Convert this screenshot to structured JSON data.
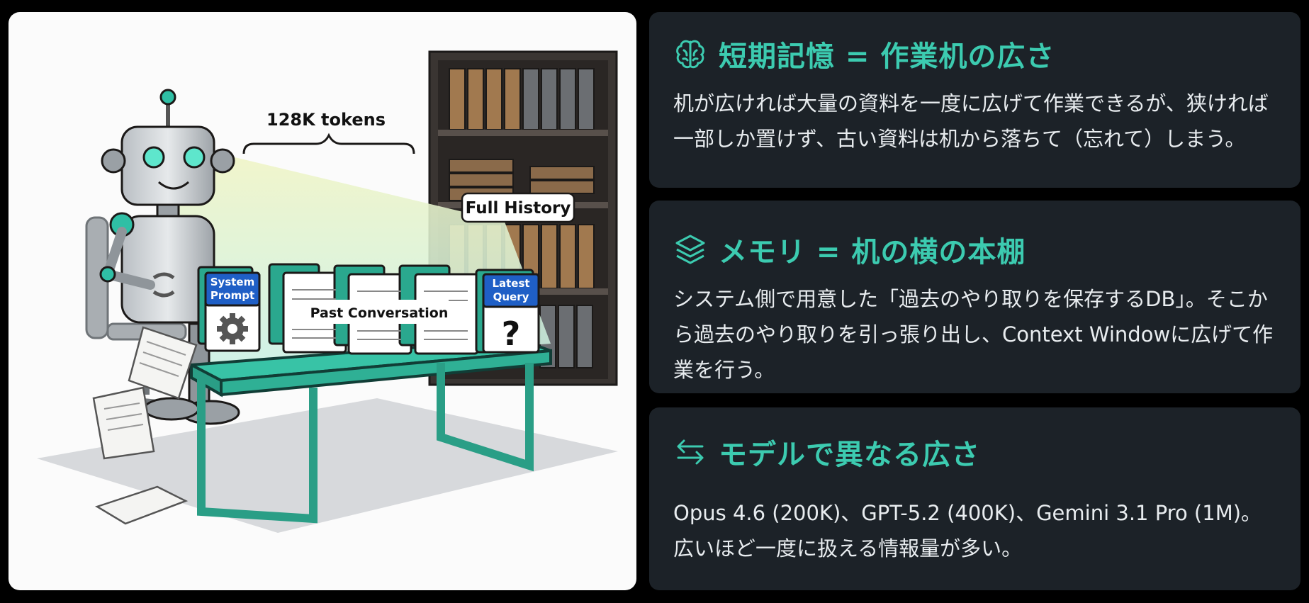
{
  "illustration": {
    "tokens_label": "128K tokens",
    "full_history_label": "Full History",
    "system_prompt_label": [
      "System",
      "Prompt"
    ],
    "past_conversation_label": "Past Conversation",
    "latest_query_label": [
      "Latest",
      "Query"
    ],
    "query_mark": "?"
  },
  "cards": [
    {
      "icon": "brain-icon",
      "title": "短期記憶 = 作業机の広さ",
      "body": "机が広ければ大量の資料を一度に広げて作業できるが、狭ければ一部しか置けず、古い資料は机から落ちて（忘れて）しまう。"
    },
    {
      "icon": "layers-icon",
      "title": "メモリ = 机の横の本棚",
      "body": "システム側で用意した「過去のやり取りを保存するDB」。そこから過去のやり取りを引っ張り出し、Context Windowに広げて作業を行う。"
    },
    {
      "icon": "swap-arrows-icon",
      "title": "モデルで異なる広さ",
      "body": "Opus 4.6 (200K)、GPT-5.2 (400K)、Gemini 3.1 Pro (1M)。広いほど一度に扱える情報量が多い。"
    }
  ],
  "colors": {
    "accent": "#3ccbb0",
    "card_bg": "#1c2228",
    "page_bg": "#000000",
    "panel_bg": "#fbfbfb",
    "doc_blue": "#1f5fc6"
  }
}
